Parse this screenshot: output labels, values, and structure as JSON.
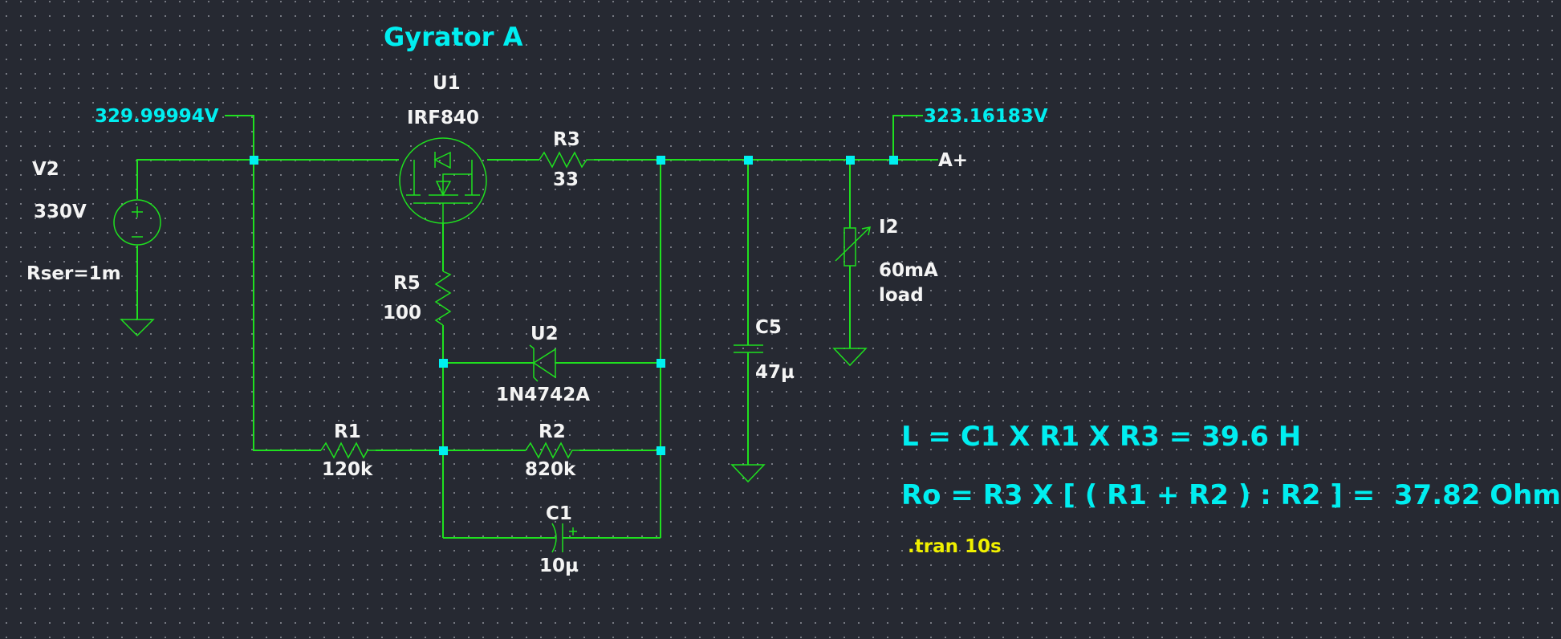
{
  "title": "Gyrator A",
  "colors": {
    "background": "#262932",
    "wire": "#1fe01f",
    "node": "#00f0f0",
    "label": "#f4f4f4",
    "annotation": "#00eef0",
    "directive": "#f0f000"
  },
  "components": {
    "V2": {
      "name": "V2",
      "value": "330V",
      "extra": "Rser=1m",
      "icon": "voltage-source-icon"
    },
    "U1": {
      "name": "U1",
      "value": "IRF840",
      "icon": "nmos-transistor-icon"
    },
    "R3": {
      "name": "R3",
      "value": "33",
      "icon": "resistor-icon"
    },
    "R5": {
      "name": "R5",
      "value": "100",
      "icon": "resistor-icon"
    },
    "U2": {
      "name": "U2",
      "value": "1N4742A",
      "icon": "zener-diode-icon"
    },
    "R1": {
      "name": "R1",
      "value": "120k",
      "icon": "resistor-icon"
    },
    "R2": {
      "name": "R2",
      "value": "820k",
      "icon": "resistor-icon"
    },
    "C1": {
      "name": "C1",
      "value": "10µ",
      "icon": "polarized-capacitor-icon"
    },
    "C5": {
      "name": "C5",
      "value": "47µ",
      "icon": "capacitor-icon"
    },
    "I2": {
      "name": "I2",
      "value": "60mA",
      "extra": "load",
      "icon": "current-source-icon"
    }
  },
  "probes": {
    "input_voltage": "329.99994V",
    "output_voltage": "323.16183V"
  },
  "net_labels": {
    "output": "A+"
  },
  "annotations": {
    "inductance": "L = C1 X R1 X R3 = 39.6 H",
    "output_resistance": "Ro = R3 X [ ( R1 + R2 ) : R2 ] =  37.82 Ohm"
  },
  "directives": {
    "tran": ".tran 10s"
  }
}
